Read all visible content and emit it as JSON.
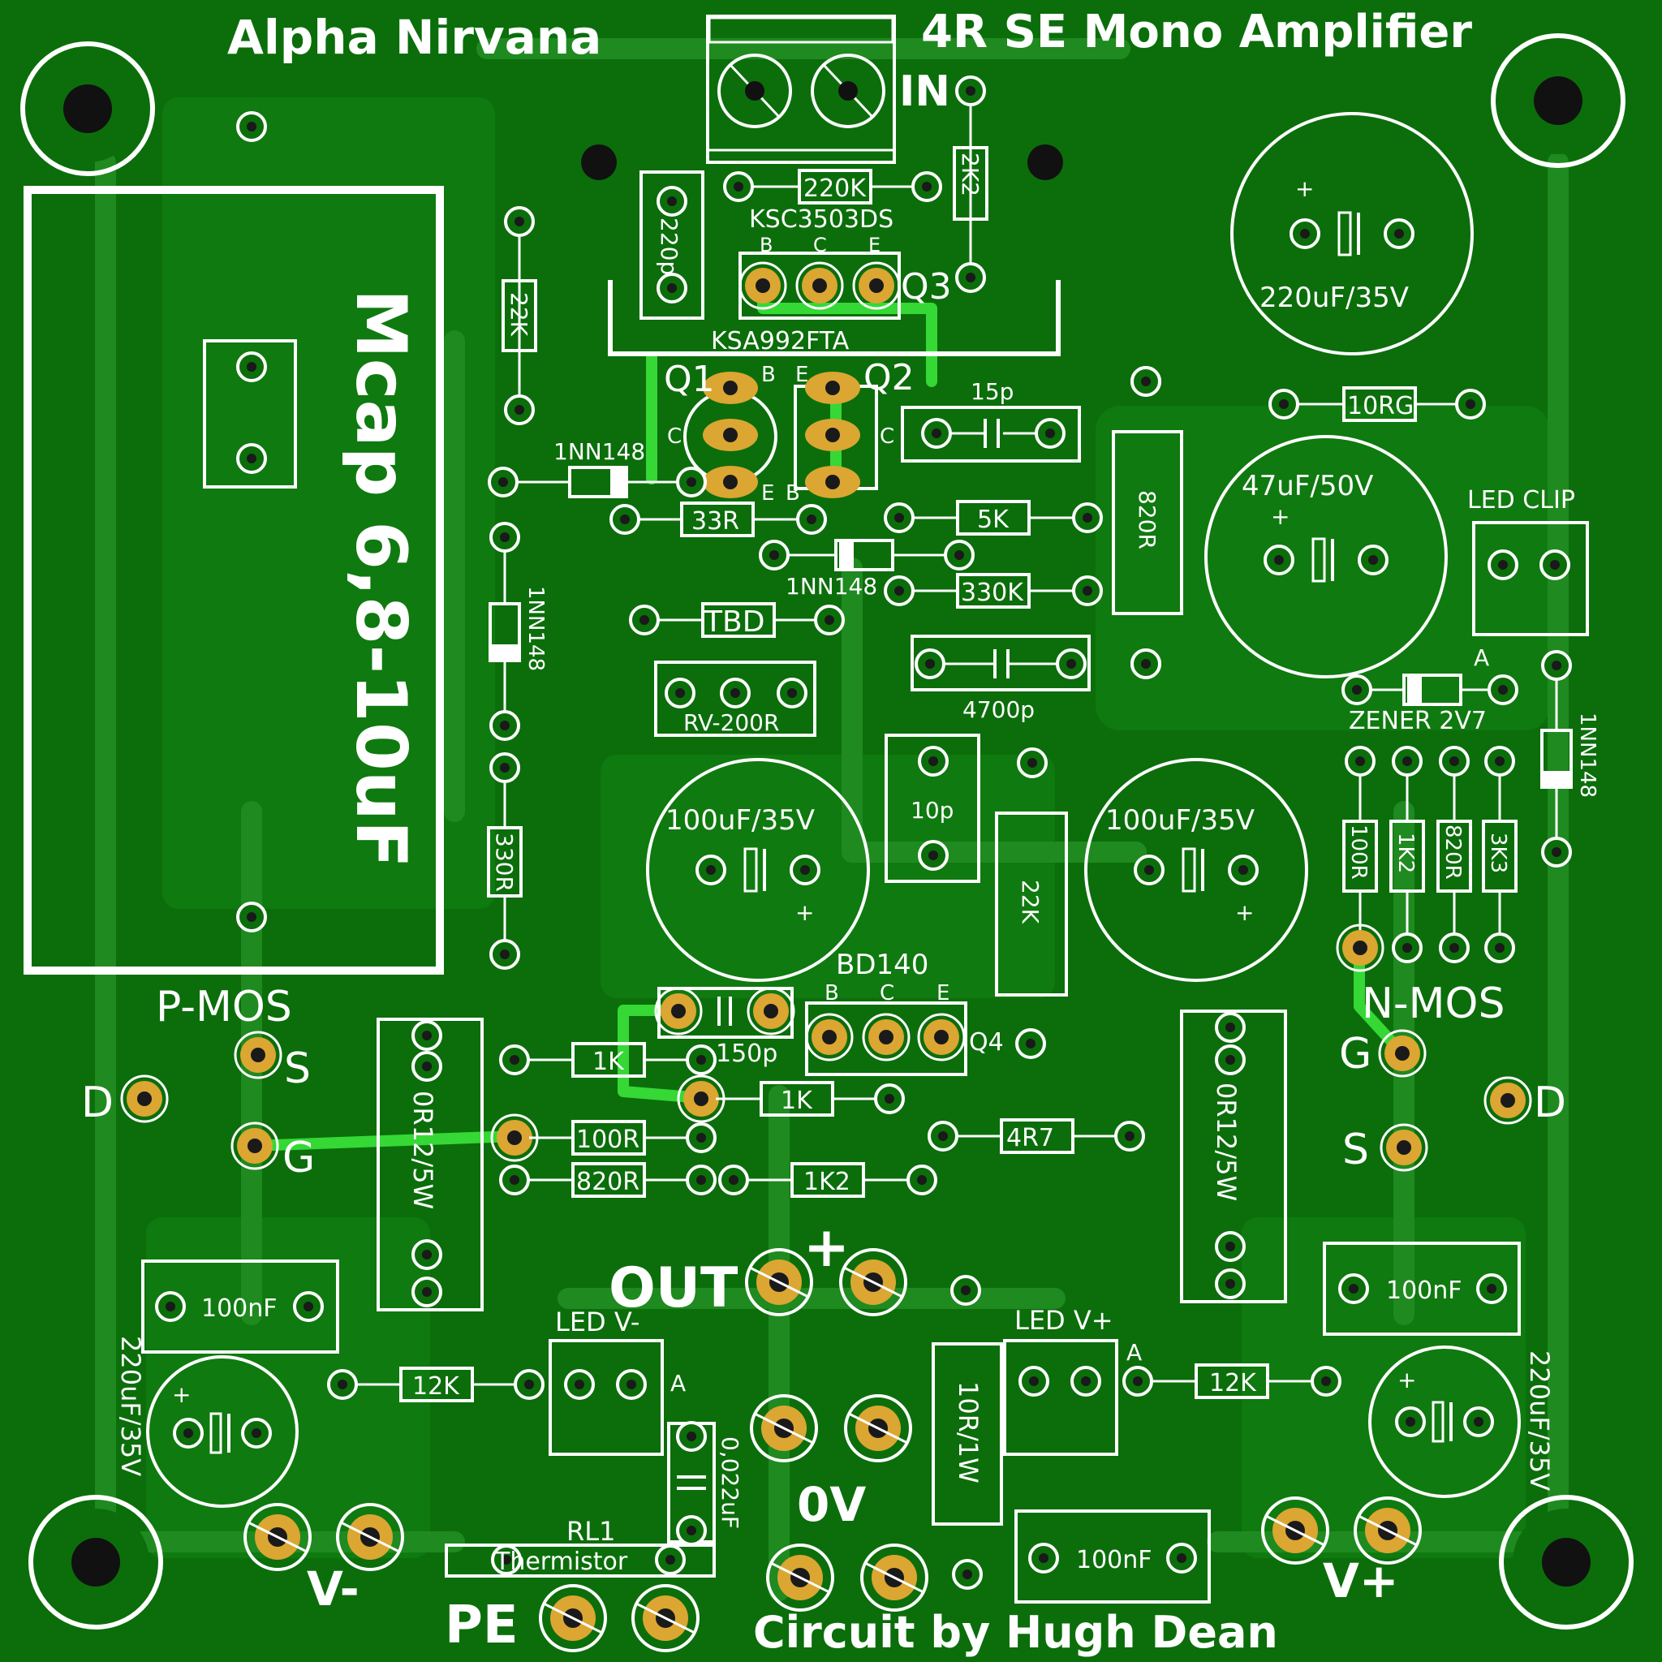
{
  "board": {
    "title_left": "Alpha Nirvana",
    "title_right": "4R SE Mono Amplifier",
    "credit": "Circuit by Hugh Dean",
    "colors": {
      "board": "#0b6e0b",
      "silk": "#ffffff",
      "pad": "#dba632",
      "trace_hi": "#35d835"
    }
  },
  "connectors": {
    "in": "IN",
    "out": "OUT",
    "out_plus": "+",
    "zero_v": "0V",
    "v_minus": "V-",
    "v_plus": "V+",
    "pe": "PE"
  },
  "mosfets": {
    "p_label": "P-MOS",
    "n_label": "N-MOS",
    "d": "D",
    "s": "S",
    "g": "G"
  },
  "transistors": {
    "q1": "Q1",
    "q2": "Q2",
    "q3": "Q3",
    "q4": "Q4",
    "b": "B",
    "c": "C",
    "e": "E",
    "ksc": "KSC3503DS",
    "ksa": "KSA992FTA",
    "bd": "BD140"
  },
  "components": {
    "mcap": "Mcap 6,8-10uF",
    "r220k": "220K",
    "r2k2": "2K2",
    "c220p": "220p",
    "r22k_a": "22K",
    "r22k_b": "22K",
    "d1": "1NN148",
    "d2": "1NN148",
    "d3": "1NN148",
    "d4": "1NN148",
    "r33r": "33R",
    "r5k": "5K",
    "r330k": "330K",
    "r820r_a": "820R",
    "r820r_b": "820R",
    "r820r_c": "820R",
    "c15p": "15p",
    "r10rg": "10RG",
    "c220u_top": "220uF/35V",
    "c47u": "47uF/50V",
    "c220u_left": "220uF/35V",
    "c220u_right": "220uF/35V",
    "led_clip": "LED CLIP",
    "a": "A",
    "zener": "ZENER 2V7",
    "tbd": "TBD",
    "rv": "RV-200R",
    "c4700p": "4700p",
    "c10p": "10p",
    "c100u_l": "100uF/35V",
    "c100u_r": "100uF/35V",
    "plus": "+",
    "r330r": "330R",
    "r100r_a": "100R",
    "r100r_b": "100R",
    "r1k2_a": "1K2",
    "r1k2_b": "1K2",
    "r3k3": "3K3",
    "c150p": "150p",
    "r1k_a": "1K",
    "r1k_b": "1K",
    "r4r7": "4R7",
    "rs_l": "0R12/5W",
    "rs_r": "0R12/5W",
    "c100n_l": "100nF",
    "c100n_r": "100nF",
    "c100n_b": "100nF",
    "led_vm": "LED V-",
    "led_vp": "LED V+",
    "r12k_l": "12K",
    "r12k_r": "12K",
    "c022": "0,022uF",
    "r10r1w": "10R/1W",
    "rl1": "RL1",
    "thermistor": "Thermistor"
  }
}
